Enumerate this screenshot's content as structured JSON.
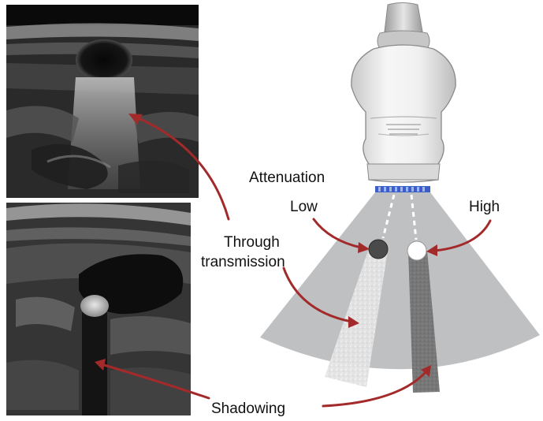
{
  "labels": {
    "attenuation": "Attenuation",
    "low": "Low",
    "high": "High",
    "through_line1": "Through",
    "through_line2": "transmission",
    "shadowing": "Shadowing"
  },
  "colors": {
    "arrow": "#a32a2a",
    "fan": "#bfc0c2",
    "transducer_elements": "#3a5fc8",
    "low_attenuation_object": "#4a4a4a",
    "high_attenuation_object": "#ffffff"
  },
  "icons": {
    "transducer": "ultrasound-probe-icon",
    "top_image": "ultrasound-cyst-image",
    "bottom_image": "ultrasound-gallstone-image"
  }
}
